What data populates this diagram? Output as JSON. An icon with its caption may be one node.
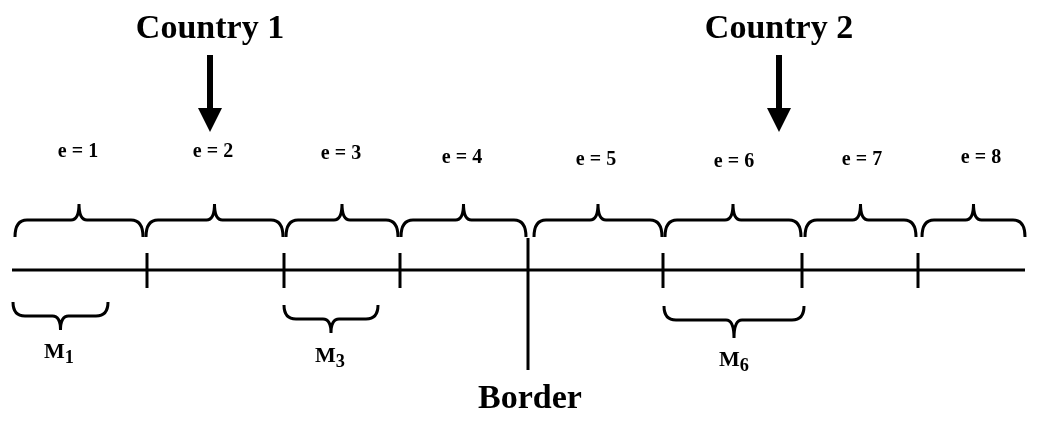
{
  "diagram": {
    "labels": [
      "Country 1",
      "Country 2",
      "e = 1",
      "e = 2",
      "e = 3",
      "e = 4",
      "e = 5",
      "e = 6",
      "e = 7",
      "e = 8",
      "M$_{1}$",
      "M$_{3}$",
      "M$_{6}$",
      "Border"
    ]
  }
}
